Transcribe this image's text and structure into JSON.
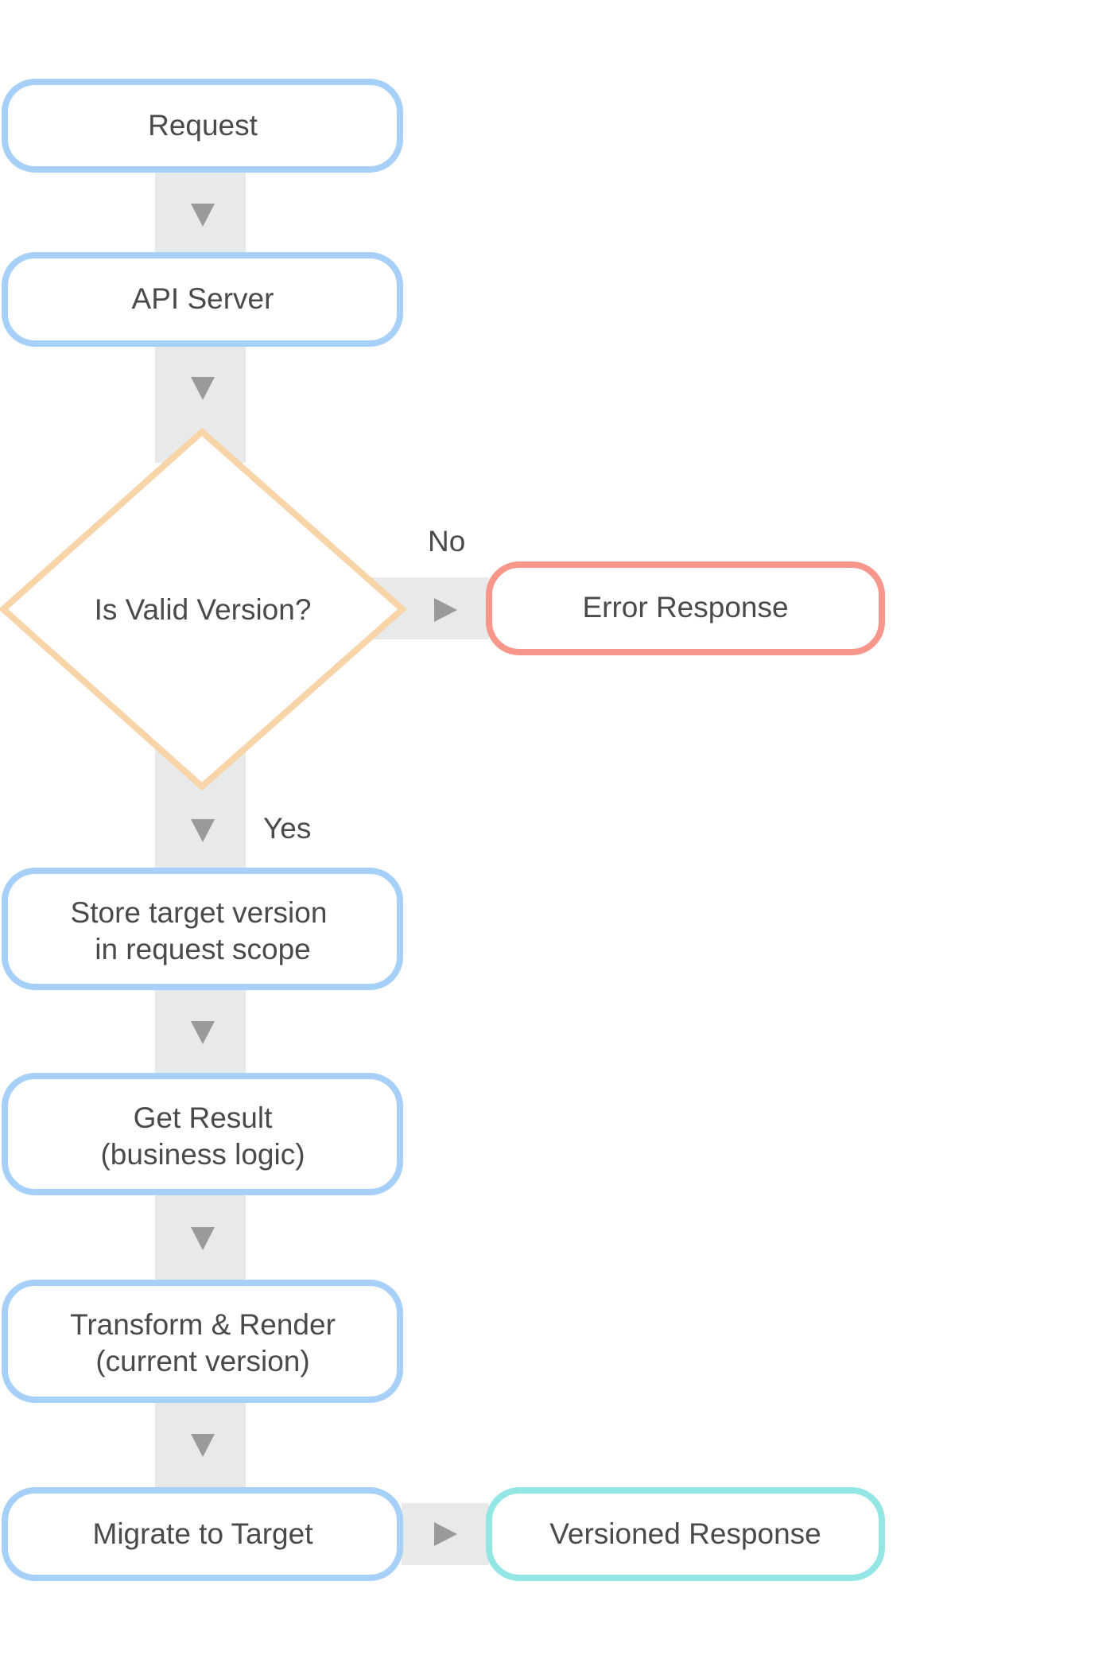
{
  "colors": {
    "process_stroke": "#a6d0f7",
    "decision_stroke": "#f8d4a9",
    "error_stroke": "#f7968a",
    "success_stroke": "#94e6e4",
    "connector": "#e8e9e9",
    "arrow": "#9a9a9a",
    "text": "#4a4a4a"
  },
  "nodes": {
    "request": {
      "lines": [
        "Request"
      ]
    },
    "api_server": {
      "lines": [
        "API Server"
      ]
    },
    "is_valid_version": {
      "lines": [
        "Is Valid Version?"
      ]
    },
    "error_response": {
      "lines": [
        "Error Response"
      ]
    },
    "store_target_version": {
      "lines": [
        "Store target version",
        "in request scope"
      ]
    },
    "get_result": {
      "lines": [
        "Get Result",
        "(business logic)"
      ]
    },
    "transform_render": {
      "lines": [
        "Transform & Render",
        "(current version)"
      ]
    },
    "migrate_to_target": {
      "lines": [
        "Migrate to Target"
      ]
    },
    "versioned_response": {
      "lines": [
        "Versioned Response"
      ]
    }
  },
  "edges": {
    "no": "No",
    "yes": "Yes"
  }
}
